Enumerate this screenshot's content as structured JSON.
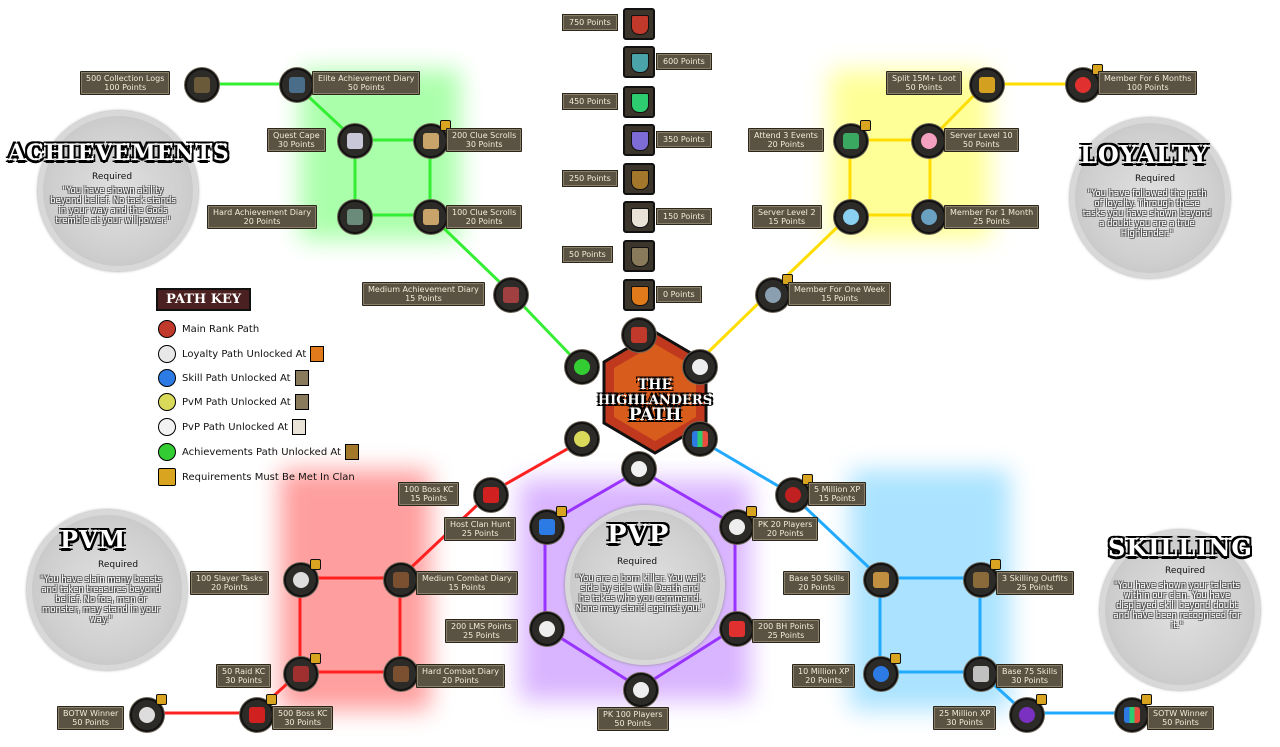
{
  "center": {
    "line1": "THE",
    "line2": "HIGHLANDERS",
    "line3": "PATH"
  },
  "main_rank": [
    "750 Points",
    "600 Points",
    "450 Points",
    "350 Points",
    "250 Points",
    "150 Points",
    "50 Points",
    "0 Points"
  ],
  "achievements": {
    "title": "ACHIEVEMENTS",
    "required": "Required",
    "quote": "\"You have shown ability beyond belief. No task stands in your way and the Gods tremble at your willpower.\"",
    "tasks": [
      {
        "name": "500 Collection Logs",
        "points": "100 Points"
      },
      {
        "name": "Elite Achievement Diary",
        "points": "50 Points"
      },
      {
        "name": "Quest Cape",
        "points": "30 Points"
      },
      {
        "name": "200 Clue Scrolls",
        "points": "30 Points"
      },
      {
        "name": "Hard Achievement Diary",
        "points": "20 Points"
      },
      {
        "name": "100 Clue Scrolls",
        "points": "20 Points"
      },
      {
        "name": "Medium Achievement Diary",
        "points": "15 Points"
      }
    ]
  },
  "loyalty": {
    "title": "LOYALTY",
    "required": "Required",
    "quote": "\"You have followed the path of loyalty. Through these tasks you have shown beyond a doubt you are a true Highlander.\"",
    "tasks": [
      {
        "name": "Split 15M+ Loot",
        "points": "50 Points"
      },
      {
        "name": "Member For 6 Months",
        "points": "100 Points"
      },
      {
        "name": "Attend 3 Events",
        "points": "20 Points"
      },
      {
        "name": "Server Level 10",
        "points": "50 Points"
      },
      {
        "name": "Server Level 2",
        "points": "15 Points"
      },
      {
        "name": "Member For 1 Month",
        "points": "25 Points"
      },
      {
        "name": "Member For One Week",
        "points": "15 Points"
      }
    ]
  },
  "pvm": {
    "title": "PVM",
    "required": "Required",
    "quote": "\"You have slain many beasts and taken treasures beyond belief. No foe, man or monster, may stand in your way.\"",
    "tasks": [
      {
        "name": "100 Boss KC",
        "points": "15 Points"
      },
      {
        "name": "100 Slayer Tasks",
        "points": "20 Points"
      },
      {
        "name": "Medium Combat Diary",
        "points": "15 Points"
      },
      {
        "name": "50 Raid KC",
        "points": "30 Points"
      },
      {
        "name": "Hard Combat Diary",
        "points": "20 Points"
      },
      {
        "name": "BOTW Winner",
        "points": "50 Points"
      },
      {
        "name": "500 Boss KC",
        "points": "30 Points"
      }
    ]
  },
  "pvp": {
    "title": "PVP",
    "required": "Required",
    "quote": "\"You are a born killer. You walk side by side with Death and he takes who you command. None may stand against you.\"",
    "tasks": [
      {
        "name": "Host Clan Hunt",
        "points": "25 Points"
      },
      {
        "name": "PK 20 Players",
        "points": "20 Points"
      },
      {
        "name": "200 LMS Points",
        "points": "25 Points"
      },
      {
        "name": "200 BH Points",
        "points": "25 Points"
      },
      {
        "name": "PK 100 Players",
        "points": "50 Points"
      }
    ]
  },
  "skilling": {
    "title": "SKILLING",
    "required": "Required",
    "quote": "\"You have shown your talents within our clan. You have displayed skill beyond doubt and have been recognised for it.\"",
    "tasks": [
      {
        "name": "5 Million XP",
        "points": "15 Points"
      },
      {
        "name": "Base 50 Skills",
        "points": "20 Points"
      },
      {
        "name": "3 Skilling Outfits",
        "points": "25 Points"
      },
      {
        "name": "10 Million XP",
        "points": "20 Points"
      },
      {
        "name": "Base 75 Skills",
        "points": "30 Points"
      },
      {
        "name": "25 Million XP",
        "points": "30 Points"
      },
      {
        "name": "SOTW Winner",
        "points": "50 Points"
      }
    ]
  },
  "key": {
    "title": "PATH KEY",
    "items": [
      "Main Rank Path",
      "Loyalty Path Unlocked At",
      "Skill Path Unlocked At",
      "PvM Path Unlocked At",
      "PvP Path Unlocked At",
      "Achievements Path Unlocked At",
      "Requirements Must Be Met In Clan"
    ]
  },
  "colors": {
    "achievements": "#33ff33",
    "loyalty": "#ffee00",
    "pvm": "#ff2020",
    "pvp": "#9933ff",
    "skilling": "#22aaff",
    "bronze": "#c77a1a"
  }
}
